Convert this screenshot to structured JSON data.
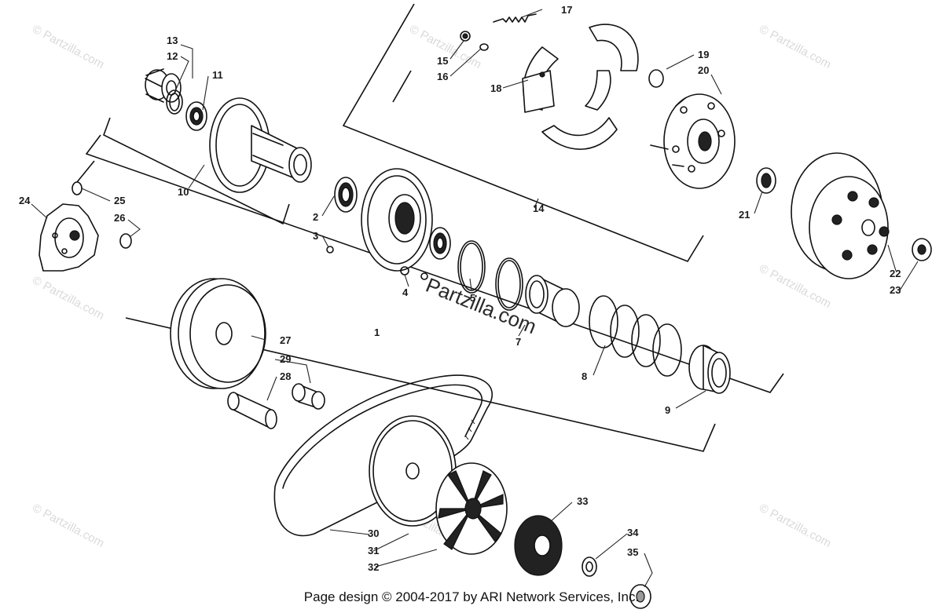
{
  "watermark": "© Partzilla.com",
  "center_watermark": "Partzilla.com",
  "footer": "Page design © 2004-2017 by ARI Network Services, Inc.",
  "callouts": {
    "c1": "1",
    "c2": "2",
    "c3": "3",
    "c4": "4",
    "c5": "5",
    "c7": "7",
    "c8": "8",
    "c9": "9",
    "c10": "10",
    "c11": "11",
    "c12": "12",
    "c13": "13",
    "c14": "14",
    "c15": "15",
    "c16": "16",
    "c17": "17",
    "c18": "18",
    "c19": "19",
    "c20": "20",
    "c21": "21",
    "c22": "22",
    "c23": "23",
    "c24": "24",
    "c25": "25",
    "c26": "26",
    "c27": "27",
    "c28": "28",
    "c29": "29",
    "c30": "30",
    "c31": "31",
    "c32": "32",
    "c33": "33",
    "c34": "34",
    "c35": "35"
  }
}
